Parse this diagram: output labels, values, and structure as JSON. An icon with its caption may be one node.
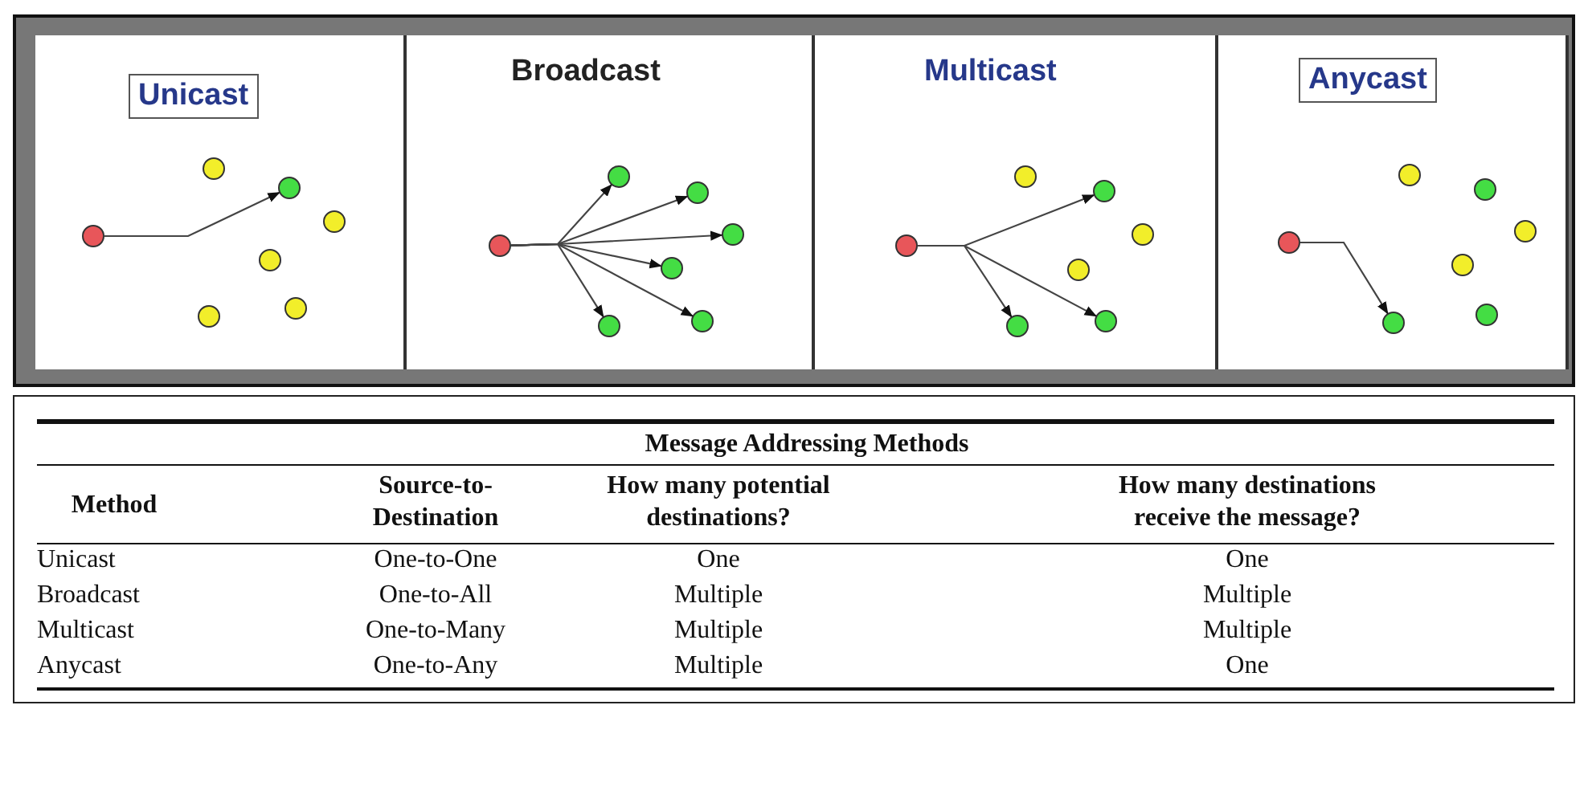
{
  "diagram": {
    "nodes": [
      {
        "text": [
          "Unicast"
        ]
      },
      {
        "text": [],
        "shape": "circle",
        "in": 0
      },
      {
        "text": [],
        "shape": "circle",
        "in": 0
      },
      {
        "text": [],
        "shape": "circle",
        "in": 0
      },
      {
        "text": [],
        "shape": "circle",
        "in": 0
      },
      {
        "text": [],
        "shape": "circle",
        "in": 0
      },
      {
        "text": [],
        "shape": "circle",
        "in": 0
      },
      {
        "text": [],
        "shape": "circle",
        "in": 0
      },
      {
        "text": [
          "Broadcast"
        ]
      },
      {
        "text": [],
        "shape": "circle",
        "in": 8
      },
      {
        "text": [],
        "shape": "circle",
        "in": 8
      },
      {
        "text": [],
        "shape": "circle",
        "in": 8
      },
      {
        "text": [],
        "shape": "circle",
        "in": 8
      },
      {
        "text": [],
        "shape": "circle",
        "in": 8
      },
      {
        "text": [],
        "shape": "circle",
        "in": 8
      },
      {
        "text": [],
        "shape": "circle",
        "in": 8
      },
      {
        "text": [
          "Multicast"
        ]
      },
      {
        "text": [],
        "shape": "circle",
        "in": 16
      },
      {
        "text": [],
        "shape": "circle",
        "in": 16
      },
      {
        "text": [],
        "shape": "circle",
        "in": 16
      },
      {
        "text": [],
        "shape": "circle",
        "in": 16
      },
      {
        "text": [],
        "shape": "circle",
        "in": 16
      },
      {
        "text": [],
        "shape": "circle",
        "in": 16
      },
      {
        "text": [],
        "shape": "circle",
        "in": 16
      },
      {
        "text": [
          "Anycast"
        ]
      },
      {
        "text": [],
        "shape": "circle",
        "in": 24
      },
      {
        "text": [],
        "shape": "circle",
        "in": 24
      },
      {
        "text": [],
        "shape": "circle",
        "in": 24
      },
      {
        "text": [],
        "shape": "circle",
        "in": 24
      },
      {
        "text": [],
        "shape": "circle",
        "in": 24
      },
      {
        "text": [],
        "shape": "circle",
        "in": 24
      },
      {
        "text": [],
        "shape": "circle",
        "in": 24
      }
    ],
    "edges": [
      {
        "from": 1,
        "to": 5,
        "arrow": "to"
      },
      {
        "from": 9,
        "to": 10,
        "arrow": "to"
      },
      {
        "from": 9,
        "to": 11,
        "arrow": "to"
      },
      {
        "from": 9,
        "to": 12,
        "arrow": "to"
      },
      {
        "from": 9,
        "to": 13,
        "arrow": "to"
      },
      {
        "from": 9,
        "to": 14,
        "arrow": "to"
      },
      {
        "from": 9,
        "to": 15,
        "arrow": "to"
      },
      {
        "from": 17,
        "to": 18,
        "arrow": "to"
      },
      {
        "from": 17,
        "to": 21,
        "arrow": "to"
      },
      {
        "from": 17,
        "to": 22,
        "arrow": "to"
      },
      {
        "from": 25,
        "to": 26,
        "arrow": "to"
      }
    ],
    "labels": [
      "Message Addressing Methods",
      "Method",
      "Source-to-Destination",
      "How many potential destinations?",
      "How many destinations receive the message?",
      "Unicast",
      "One-to-One",
      "One",
      "One",
      "Broadcast",
      "One-to-All",
      "Multiple",
      "Multiple",
      "Multicast",
      "One-to-Many",
      "Multiple",
      "Multiple",
      "Anycast",
      "One-to-Any",
      "Multiple",
      "One"
    ]
  }
}
